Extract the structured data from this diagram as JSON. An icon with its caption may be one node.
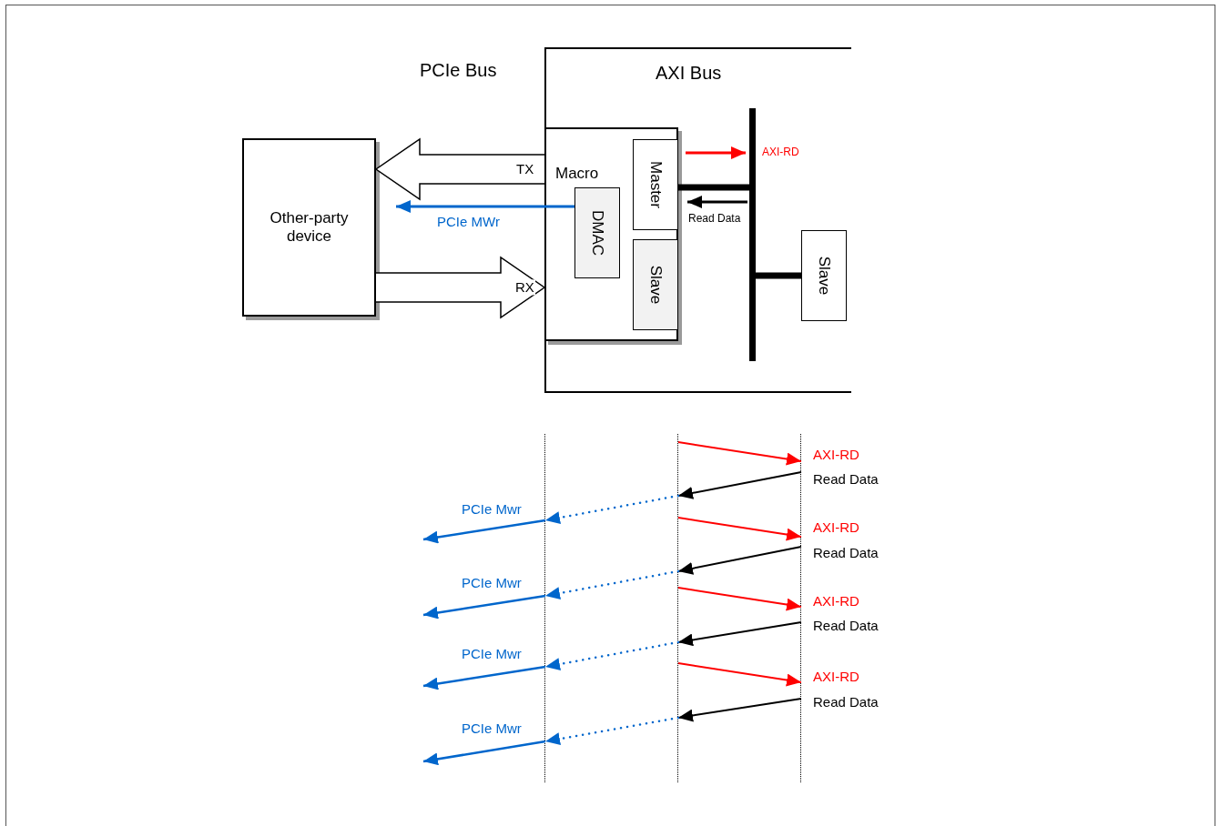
{
  "diagram": {
    "nodes": [
      {
        "text": [
          "Other-party device"
        ]
      },
      {
        "text": [
          "AXI Bus"
        ]
      },
      {
        "text": [
          "Macro"
        ],
        "in": 1
      },
      {
        "text": [
          "DMAC"
        ],
        "in": 2
      },
      {
        "text": [
          "Master"
        ],
        "in": 2
      },
      {
        "text": [
          "Slave"
        ],
        "in": 2
      },
      {
        "text": [],
        "shape": "bar",
        "in": 1
      },
      {
        "text": [
          "Slave"
        ],
        "in": 1
      },
      {
        "text": [],
        "shape": "line"
      },
      {
        "text": [],
        "shape": "line"
      },
      {
        "text": [],
        "shape": "line"
      }
    ],
    "edges": [
      {
        "from": 2,
        "to": 0,
        "arrow": "to",
        "label": "TX",
        "style": "thick",
        "color": "#000000"
      },
      {
        "from": 0,
        "to": 2,
        "arrow": "to",
        "label": "RX",
        "style": "thick",
        "color": "#000000"
      },
      {
        "from": 3,
        "to": 0,
        "arrow": "to",
        "label": "PCIe MWr",
        "color": "#0066cc"
      },
      {
        "from": 4,
        "to": 6,
        "arrow": "to",
        "label": "AXI-RD",
        "color": "#ff0000"
      },
      {
        "from": 6,
        "to": 4,
        "arrow": "to",
        "label": "Read Data",
        "color": "#000000"
      },
      {
        "from": 4,
        "to": 6,
        "arrow": "none",
        "style": "thick",
        "color": "#000000"
      },
      {
        "from": 6,
        "to": 7,
        "arrow": "none",
        "style": "thick",
        "color": "#000000"
      },
      {
        "from": 9,
        "to": 10,
        "arrow": "to",
        "label": "AXI-RD",
        "color": "#ff0000"
      },
      {
        "from": 10,
        "to": 9,
        "arrow": "to",
        "label": "Read Data",
        "color": "#000000"
      },
      {
        "from": 9,
        "to": 8,
        "arrow": "to",
        "style": "dashed",
        "color": "#0066cc"
      },
      {
        "from": 8,
        "to": null,
        "arrow": "to",
        "label": "PCIe Mwr",
        "color": "#0066cc"
      },
      {
        "from": 9,
        "to": 10,
        "arrow": "to",
        "label": "AXI-RD",
        "color": "#ff0000"
      },
      {
        "from": 10,
        "to": 9,
        "arrow": "to",
        "label": "Read Data",
        "color": "#000000"
      },
      {
        "from": 9,
        "to": 8,
        "arrow": "to",
        "style": "dashed",
        "color": "#0066cc"
      },
      {
        "from": 8,
        "to": null,
        "arrow": "to",
        "label": "PCIe Mwr",
        "color": "#0066cc"
      },
      {
        "from": 9,
        "to": 10,
        "arrow": "to",
        "label": "AXI-RD",
        "color": "#ff0000"
      },
      {
        "from": 10,
        "to": 9,
        "arrow": "to",
        "label": "Read Data",
        "color": "#000000"
      },
      {
        "from": 9,
        "to": 8,
        "arrow": "to",
        "style": "dashed",
        "color": "#0066cc"
      },
      {
        "from": 8,
        "to": null,
        "arrow": "to",
        "label": "PCIe Mwr",
        "color": "#0066cc"
      },
      {
        "from": 9,
        "to": 10,
        "arrow": "to",
        "label": "AXI-RD",
        "color": "#ff0000"
      },
      {
        "from": 10,
        "to": 9,
        "arrow": "to",
        "label": "Read Data",
        "color": "#000000"
      },
      {
        "from": 9,
        "to": 8,
        "arrow": "to",
        "style": "dashed",
        "color": "#0066cc"
      },
      {
        "from": 8,
        "to": null,
        "arrow": "to",
        "label": "PCIe Mwr",
        "color": "#0066cc"
      }
    ],
    "labels": [
      "PCIe Bus"
    ]
  }
}
